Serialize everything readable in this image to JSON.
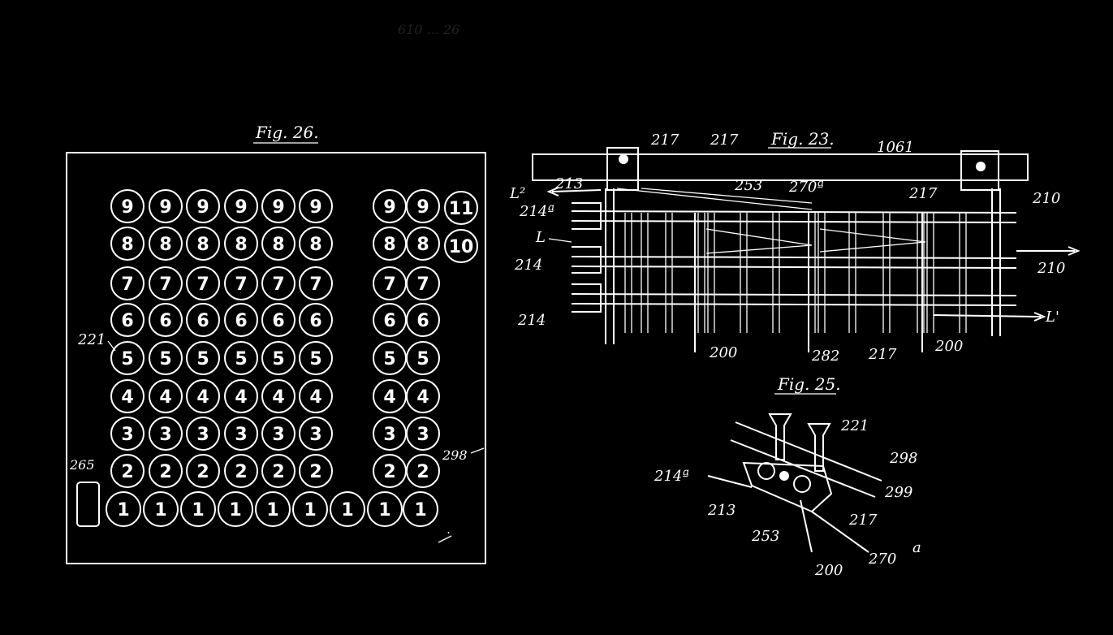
{
  "top_scrawl": "610 ... 26",
  "fig26": {
    "title": "Fig. 26.",
    "label_keys": "221",
    "label_blank": "265",
    "label_frame": "298",
    "main_column_values": [
      "9",
      "8",
      "7",
      "6",
      "5",
      "4",
      "3",
      "2"
    ],
    "bottom_row": [
      "1",
      "1",
      "1",
      "1",
      "1",
      "1",
      "1",
      "1",
      "1"
    ],
    "right_column_values": [
      "9",
      "8",
      "7",
      "6",
      "5",
      "4",
      "3",
      "2"
    ],
    "extra_keys": [
      "11",
      "10"
    ]
  },
  "fig23": {
    "title": "Fig. 23.",
    "labels": {
      "l2": "L²",
      "l": "L",
      "l_prime": "L'",
      "n217a": "217",
      "n217b": "217",
      "n217c": "217",
      "n217d": "217",
      "n1061": "1061",
      "n213": "213",
      "n253": "253",
      "n270a": "270ª",
      "n214a": "214ª",
      "n214b": "214",
      "n214c": "214",
      "n210a": "210",
      "n210b": "210",
      "n200a": "200",
      "n200b": "200",
      "n282": "282"
    }
  },
  "fig25": {
    "title": "Fig. 25.",
    "labels": {
      "n221": "221",
      "n298": "298",
      "n299": "299",
      "n214a": "214ª",
      "n213": "213",
      "n253": "253",
      "n217": "217",
      "n270a": "270",
      "n270a_sup": "a",
      "n200": "200"
    }
  }
}
